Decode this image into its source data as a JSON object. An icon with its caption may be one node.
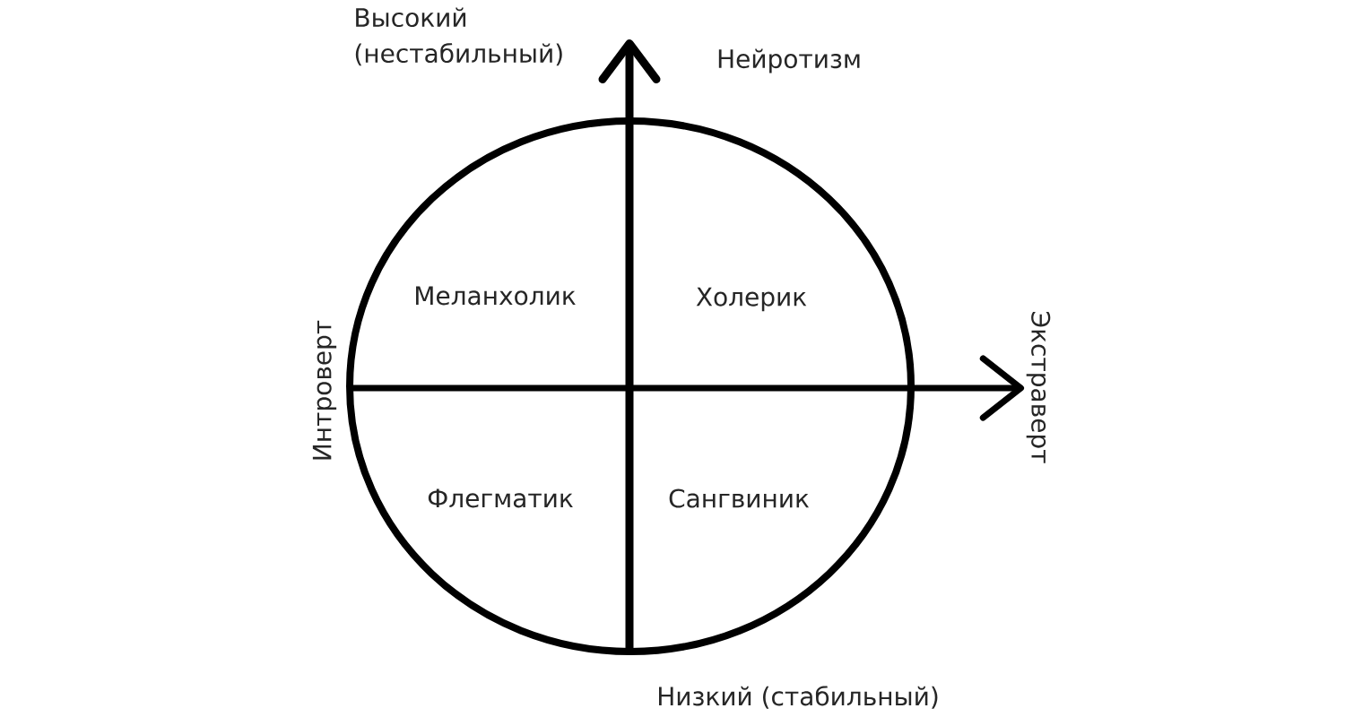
{
  "diagram": {
    "nodes": [
      {
        "text": [
          "Меланхолик",
          "Холерик",
          "Флегматик",
          "Сангвиник"
        ]
      }
    ],
    "labels": [
      "Высокий (нестабильный)",
      "Нейротизм",
      "Интроверт",
      "Экстраверт",
      "Низкий (стабильный)"
    ]
  }
}
